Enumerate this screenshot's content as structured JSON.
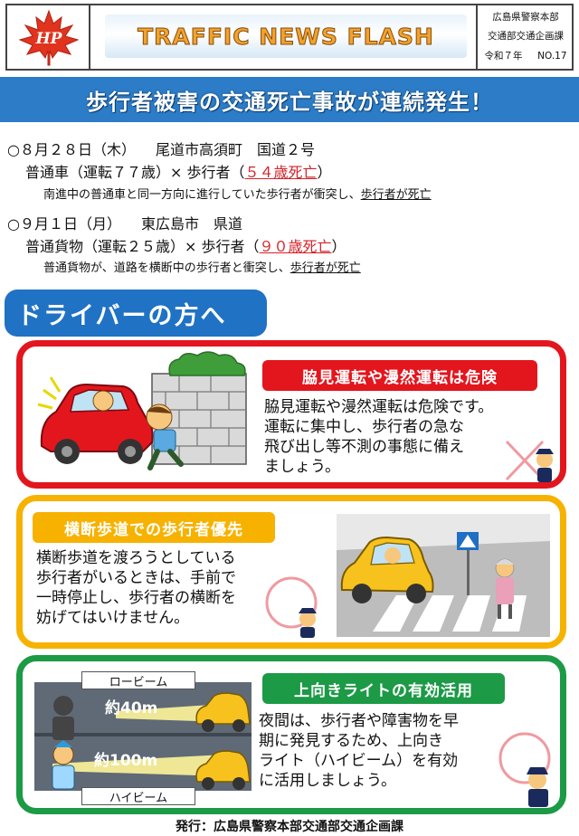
{
  "header": {
    "logo_text": "HP",
    "banner": "TRAFFIC NEWS FLASH",
    "org": "広島県警察本部",
    "dept": "交通部交通企画課",
    "issue_era": "令和７年",
    "issue_no": "NO.17"
  },
  "title": "歩行者被害の交通死亡事故が連続発生！",
  "incidents": [
    {
      "date": "○８月２８日（木）",
      "place": "尾道市高須町　国道２号",
      "vehicle": "普通車（運転７７歳）× 歩行者（",
      "victim": "５４歳死亡",
      "close": "）",
      "desc": "南進中の普通車と同一方向に進行していた歩行者が衝突し、",
      "desc_tail": "歩行者が死亡"
    },
    {
      "date": "○９月１日（月）",
      "place": "東広島市　県道",
      "vehicle": "普通貨物（運転２５歳）× 歩行者（",
      "victim": "９０歳死亡",
      "close": "）",
      "desc": "普通貨物が、道路を横断中の歩行者と衝突し、",
      "desc_tail": "歩行者が死亡"
    }
  ],
  "driver_heading": "ドライバーの方へ",
  "sections": [
    {
      "title": "脇見運転や漫然運転は危険",
      "lines": [
        "脇見運転や漫然運転は危険です。",
        "運転に集中し、歩行者の急な",
        "飛び出し等不測の事態に備え",
        "ましょう。"
      ]
    },
    {
      "title": "横断歩道での歩行者優先",
      "lines": [
        "横断歩道を渡ろうとしている",
        "歩行者がいるときは、手前で",
        "一時停止し、歩行者の横断を",
        "妨げてはいけません。"
      ]
    },
    {
      "title": "上向きライトの有効活用",
      "lines": [
        "夜間は、歩行者や障害物を早",
        "期に発見するため、上向き",
        "ライト（ハイビーム）を有効",
        "に活用しましょう。"
      ],
      "low_beam_label": "ロービーム",
      "low_beam_dist": "約40m",
      "high_beam_label": "ハイビーム",
      "high_beam_dist": "約100m"
    }
  ],
  "footer": "発行：広島県警察本部交通部交通企画課",
  "colors": {
    "accent_blue": "#2c7cc7",
    "danger_red": "#e3161e",
    "caution_yellow": "#f7b200",
    "safe_green": "#1c9a46",
    "victim_red": "#d2232a"
  }
}
